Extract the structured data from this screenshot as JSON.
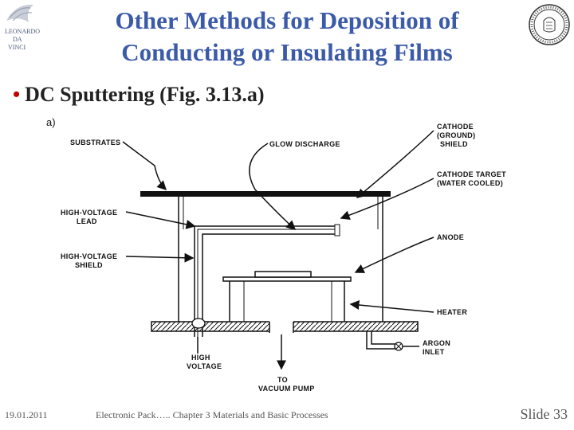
{
  "header": {
    "title_line1": "Other Methods for Deposition of",
    "title_line2": "Conducting or Insulating Films",
    "left_logo_text": [
      "LEONARDO",
      "DA",
      "VINCI"
    ]
  },
  "body": {
    "bullet": "DC Sputtering (Fig. 3.13.a)"
  },
  "figure": {
    "panel_label": "a)",
    "labels": {
      "substrates": "SUBSTRATES",
      "glow_discharge": "GLOW DISCHARGE",
      "cathode_shield_1": "CATHODE",
      "cathode_shield_2": "(GROUND)",
      "cathode_shield_3": "SHIELD",
      "cathode_target_1": "CATHODE TARGET",
      "cathode_target_2": "(WATER COOLED)",
      "hv_lead_1": "HIGH-VOLTAGE",
      "hv_lead_2": "LEAD",
      "anode": "ANODE",
      "hv_shield_1": "HIGH-VOLTAGE",
      "hv_shield_2": "SHIELD",
      "heater": "HEATER",
      "high_voltage_1": "HIGH",
      "high_voltage_2": "VOLTAGE",
      "argon_1": "ARGON",
      "argon_2": "INLET",
      "vacuum_1": "TO",
      "vacuum_2": "VACUUM PUMP"
    }
  },
  "footer": {
    "date": "19.01.2011",
    "course": "Electronic Pack….. Chapter 3 Materials and Basic Processes",
    "slide": "Slide 33"
  }
}
